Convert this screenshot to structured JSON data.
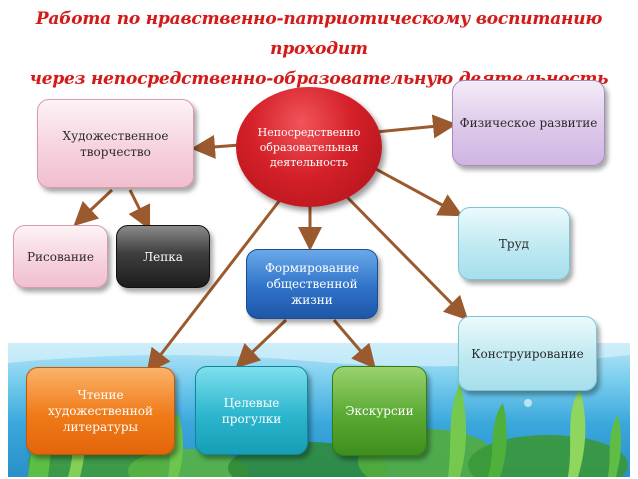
{
  "title": {
    "line1": "Работа по нравственно-патриотическому воспитанию проходит",
    "line2": "через непосредственно-образовательную деятельность"
  },
  "nodes": {
    "center": "Непосредственно образовательная деятельность",
    "art": "Художественное творчество",
    "drawing": "Рисование",
    "modeling": "Лепка",
    "social": "Формирование общественной жизни",
    "physical": "Физическое развитие",
    "labor": "Труд",
    "construction": "Конструирование",
    "reading": "Чтение художественной литературы",
    "walks": "Целевые прогулки",
    "excursions": "Экскурсии"
  },
  "colors": {
    "title": "#d11a1a",
    "arrow": "#9a5a2e",
    "center": "#d42029",
    "pink": "#f6d3de",
    "purple": "#ddc9ea",
    "teal": "#bfe9f2",
    "dark": "#3e3e3e",
    "blue": "#2f73c9",
    "orange": "#f07a18",
    "cyan": "#2cb6cd",
    "green": "#5aa933"
  }
}
